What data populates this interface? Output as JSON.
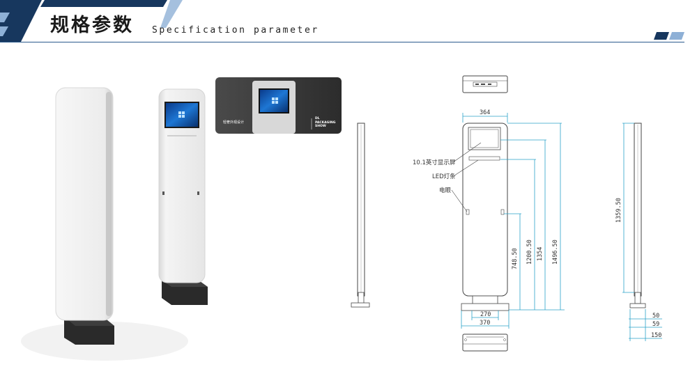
{
  "header": {
    "title": "规格参数",
    "subtitle": "Specification parameter"
  },
  "colors": {
    "accent_dark": "#17375e",
    "accent_mid": "#2c6aa6",
    "accent_light": "#8eb0d6",
    "dimension_blue": "#2aa3c9"
  },
  "inset_photo": {
    "caption_left": "轻奢外观设计",
    "brand_line1": "DL",
    "brand_line2": "PACKAGING",
    "brand_line3": "SHOW"
  },
  "front_view": {
    "labels": {
      "screen": "10.1英寸显示屏",
      "led": "LED灯条",
      "sensor": "电眼"
    },
    "dimensions": {
      "top_width": "364",
      "base_inner": "270",
      "base_outer": "370",
      "h1": "748.50",
      "h2": "1200.50",
      "h3": "1354",
      "h4": "1496.50"
    }
  },
  "side_view": {
    "dimensions": {
      "height": "1359.50",
      "w1": "50",
      "w2": "59",
      "w3": "150"
    }
  }
}
